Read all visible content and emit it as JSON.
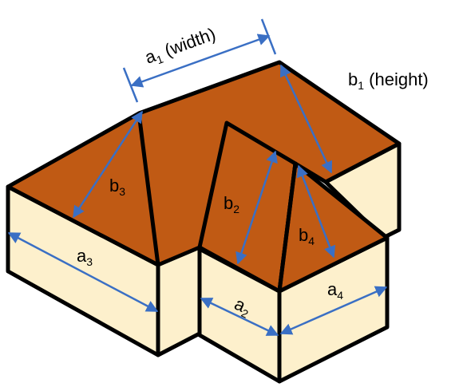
{
  "colors": {
    "roof": "#c05a14",
    "wall": "#fdf0cc",
    "outline": "#000000",
    "arrow": "#3a6fc4"
  },
  "labels": {
    "a1": {
      "base": "a",
      "sub": "1",
      "suffix": " (width)"
    },
    "b1": {
      "base": "b",
      "sub": "1",
      "suffix": " (height)"
    },
    "b3": {
      "base": "b",
      "sub": "3",
      "suffix": ""
    },
    "a3": {
      "base": "a",
      "sub": "3",
      "suffix": ""
    },
    "b2": {
      "base": "b",
      "sub": "2",
      "suffix": ""
    },
    "b4": {
      "base": "b",
      "sub": "4",
      "suffix": ""
    },
    "a2": {
      "base": "a",
      "sub": "2",
      "suffix": ""
    },
    "a4": {
      "base": "a",
      "sub": "4",
      "suffix": ""
    }
  }
}
